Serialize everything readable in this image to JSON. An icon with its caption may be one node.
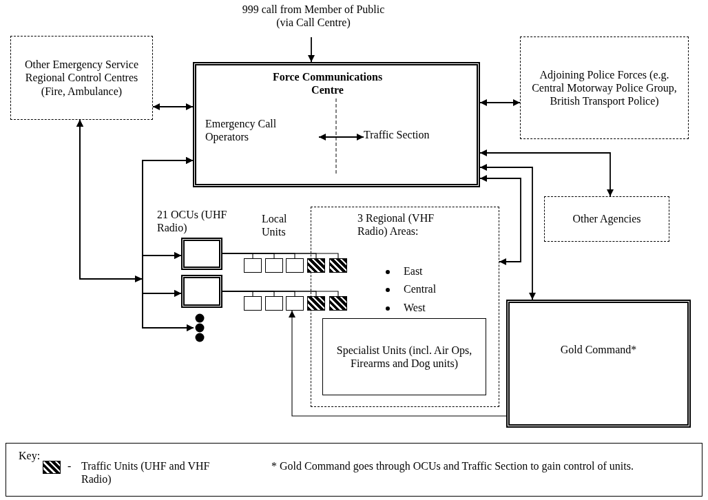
{
  "diagram": {
    "nodes": [
      {
        "text": [
          "999 call from Member of Public (via Call Centre)"
        ]
      },
      {
        "text": [
          "Other Emergency Service Regional Control Centres (Fire, Ambulance)"
        ]
      },
      {
        "text": [
          "Force Communications Centre"
        ]
      },
      {
        "text": [
          "Emergency Call Operators"
        ],
        "in": 2
      },
      {
        "text": [
          "Traffic Section"
        ],
        "in": 2
      },
      {
        "text": [
          "Adjoining Police Forces (e.g. Central Motorway Police Group, British Transport Police)"
        ]
      },
      {
        "text": [
          "Other Agencies"
        ]
      },
      {
        "text": [
          "21 OCUs (UHF Radio)"
        ]
      },
      {
        "text": [
          "3 Regional (VHF Radio) Areas:",
          "East",
          "Central",
          "West"
        ]
      },
      {
        "text": [],
        "shape": "box"
      },
      {
        "text": [],
        "shape": "box"
      },
      {
        "text": [],
        "shape": "box"
      },
      {
        "text": [],
        "shape": "box"
      },
      {
        "text": [],
        "shape": "box",
        "in": 8
      },
      {
        "text": [],
        "shape": "box"
      },
      {
        "text": [],
        "shape": "box"
      },
      {
        "text": [],
        "shape": "box"
      },
      {
        "text": [],
        "shape": "box"
      },
      {
        "text": [],
        "shape": "box"
      },
      {
        "text": [],
        "shape": "box",
        "in": 8
      },
      {
        "text": [],
        "shape": "circle"
      },
      {
        "text": [
          "Specialist Units (incl. Air Ops, Firearms and Dog units)"
        ],
        "in": 8
      },
      {
        "text": [
          "Gold Command*"
        ]
      }
    ],
    "edges": [
      {
        "from": 0,
        "to": 2,
        "arrow": "to"
      },
      {
        "from": 1,
        "to": 2,
        "arrow": "both"
      },
      {
        "from": 2,
        "to": 5,
        "arrow": "both"
      },
      {
        "from": 3,
        "to": 4,
        "arrow": "both"
      },
      {
        "from": 2,
        "to": 6,
        "arrow": "both"
      },
      {
        "from": 2,
        "to": 22,
        "arrow": "both"
      },
      {
        "from": 2,
        "to": 8,
        "arrow": "both"
      },
      {
        "from": 2,
        "to": 7,
        "arrow": "both"
      },
      {
        "from": 2,
        "to": 14,
        "arrow": "both"
      },
      {
        "from": 2,
        "to": 20,
        "arrow": "both"
      },
      {
        "from": 1,
        "to": 7,
        "arrow": "both"
      },
      {
        "from": 1,
        "to": 14,
        "arrow": "both"
      },
      {
        "from": 1,
        "to": 20,
        "arrow": "both"
      },
      {
        "from": 7,
        "to": 9,
        "arrow": "none"
      },
      {
        "from": 7,
        "to": 10,
        "arrow": "none"
      },
      {
        "from": 7,
        "to": 11,
        "arrow": "none"
      },
      {
        "from": 7,
        "to": 12,
        "arrow": "none"
      },
      {
        "from": 7,
        "to": 13,
        "arrow": "none"
      },
      {
        "from": 14,
        "to": 15,
        "arrow": "none"
      },
      {
        "from": 14,
        "to": 16,
        "arrow": "none"
      },
      {
        "from": 14,
        "to": 17,
        "arrow": "none"
      },
      {
        "from": 14,
        "to": 18,
        "arrow": "none"
      },
      {
        "from": 14,
        "to": 19,
        "arrow": "none"
      },
      {
        "from": 22,
        "to": 17,
        "arrow": "to"
      }
    ],
    "labels": [
      "Local Units",
      "Key:",
      "-",
      "* Gold Command goes through OCUs and Traffic Section to gain control of units."
    ],
    "legend": [
      {
        "text": "Traffic Units (UHF and VHF Radio)"
      }
    ]
  }
}
